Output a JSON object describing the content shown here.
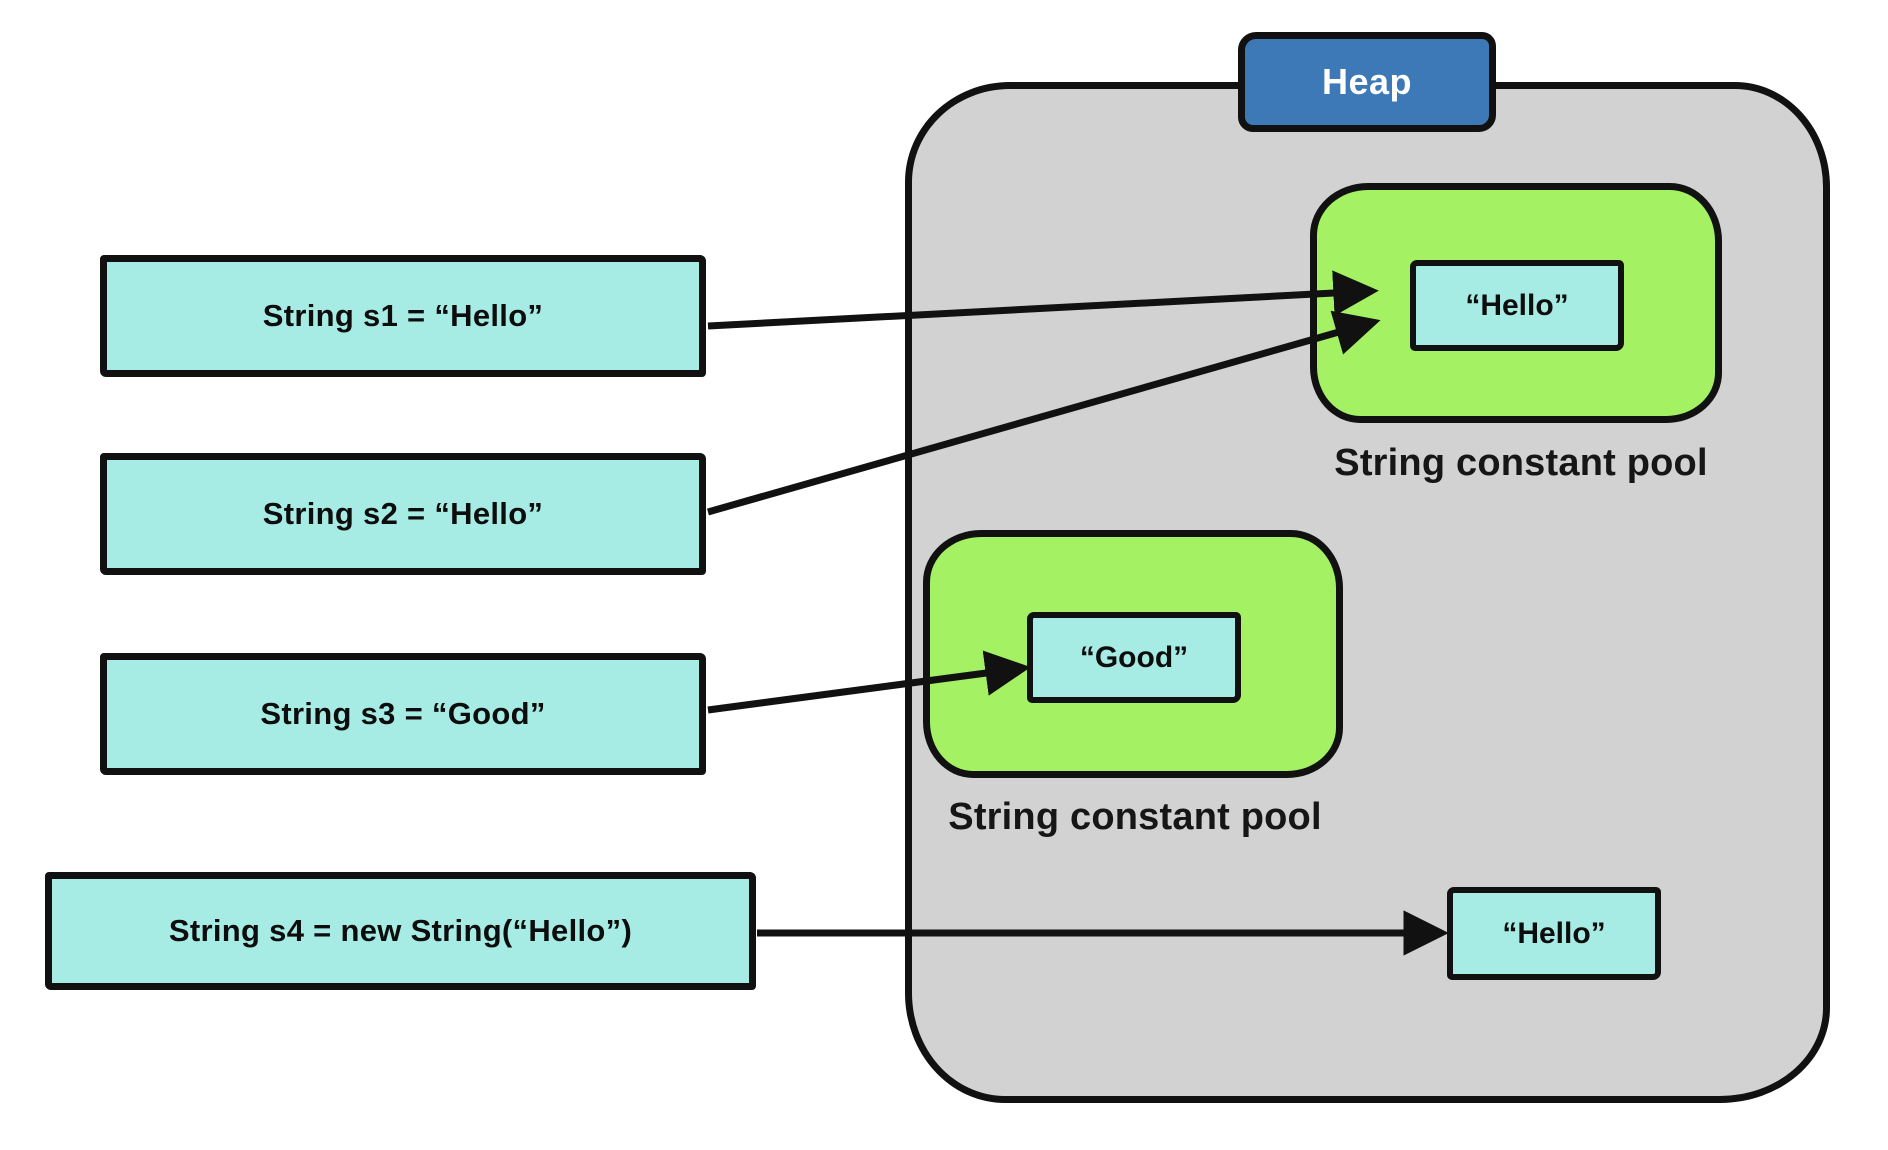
{
  "heap": {
    "label": "Heap"
  },
  "pools": {
    "upper": {
      "value": "“Hello”",
      "label": "String constant pool"
    },
    "lower": {
      "value": "“Good”",
      "label": "String constant pool"
    }
  },
  "heap_object": {
    "value": "“Hello”"
  },
  "sources": [
    {
      "id": "s1",
      "label": "String s1 = “Hello”"
    },
    {
      "id": "s2",
      "label": "String s2 = “Hello”"
    },
    {
      "id": "s3",
      "label": "String s3 = “Good”"
    },
    {
      "id": "s4",
      "label": "String s4 = new String(“Hello”)"
    }
  ],
  "colors": {
    "stroke": "#111111",
    "heap_bg": "#d2d2d2",
    "pool_bg": "#a4f263",
    "box_bg": "#a6ece4",
    "tab_bg": "#3d79b7"
  }
}
